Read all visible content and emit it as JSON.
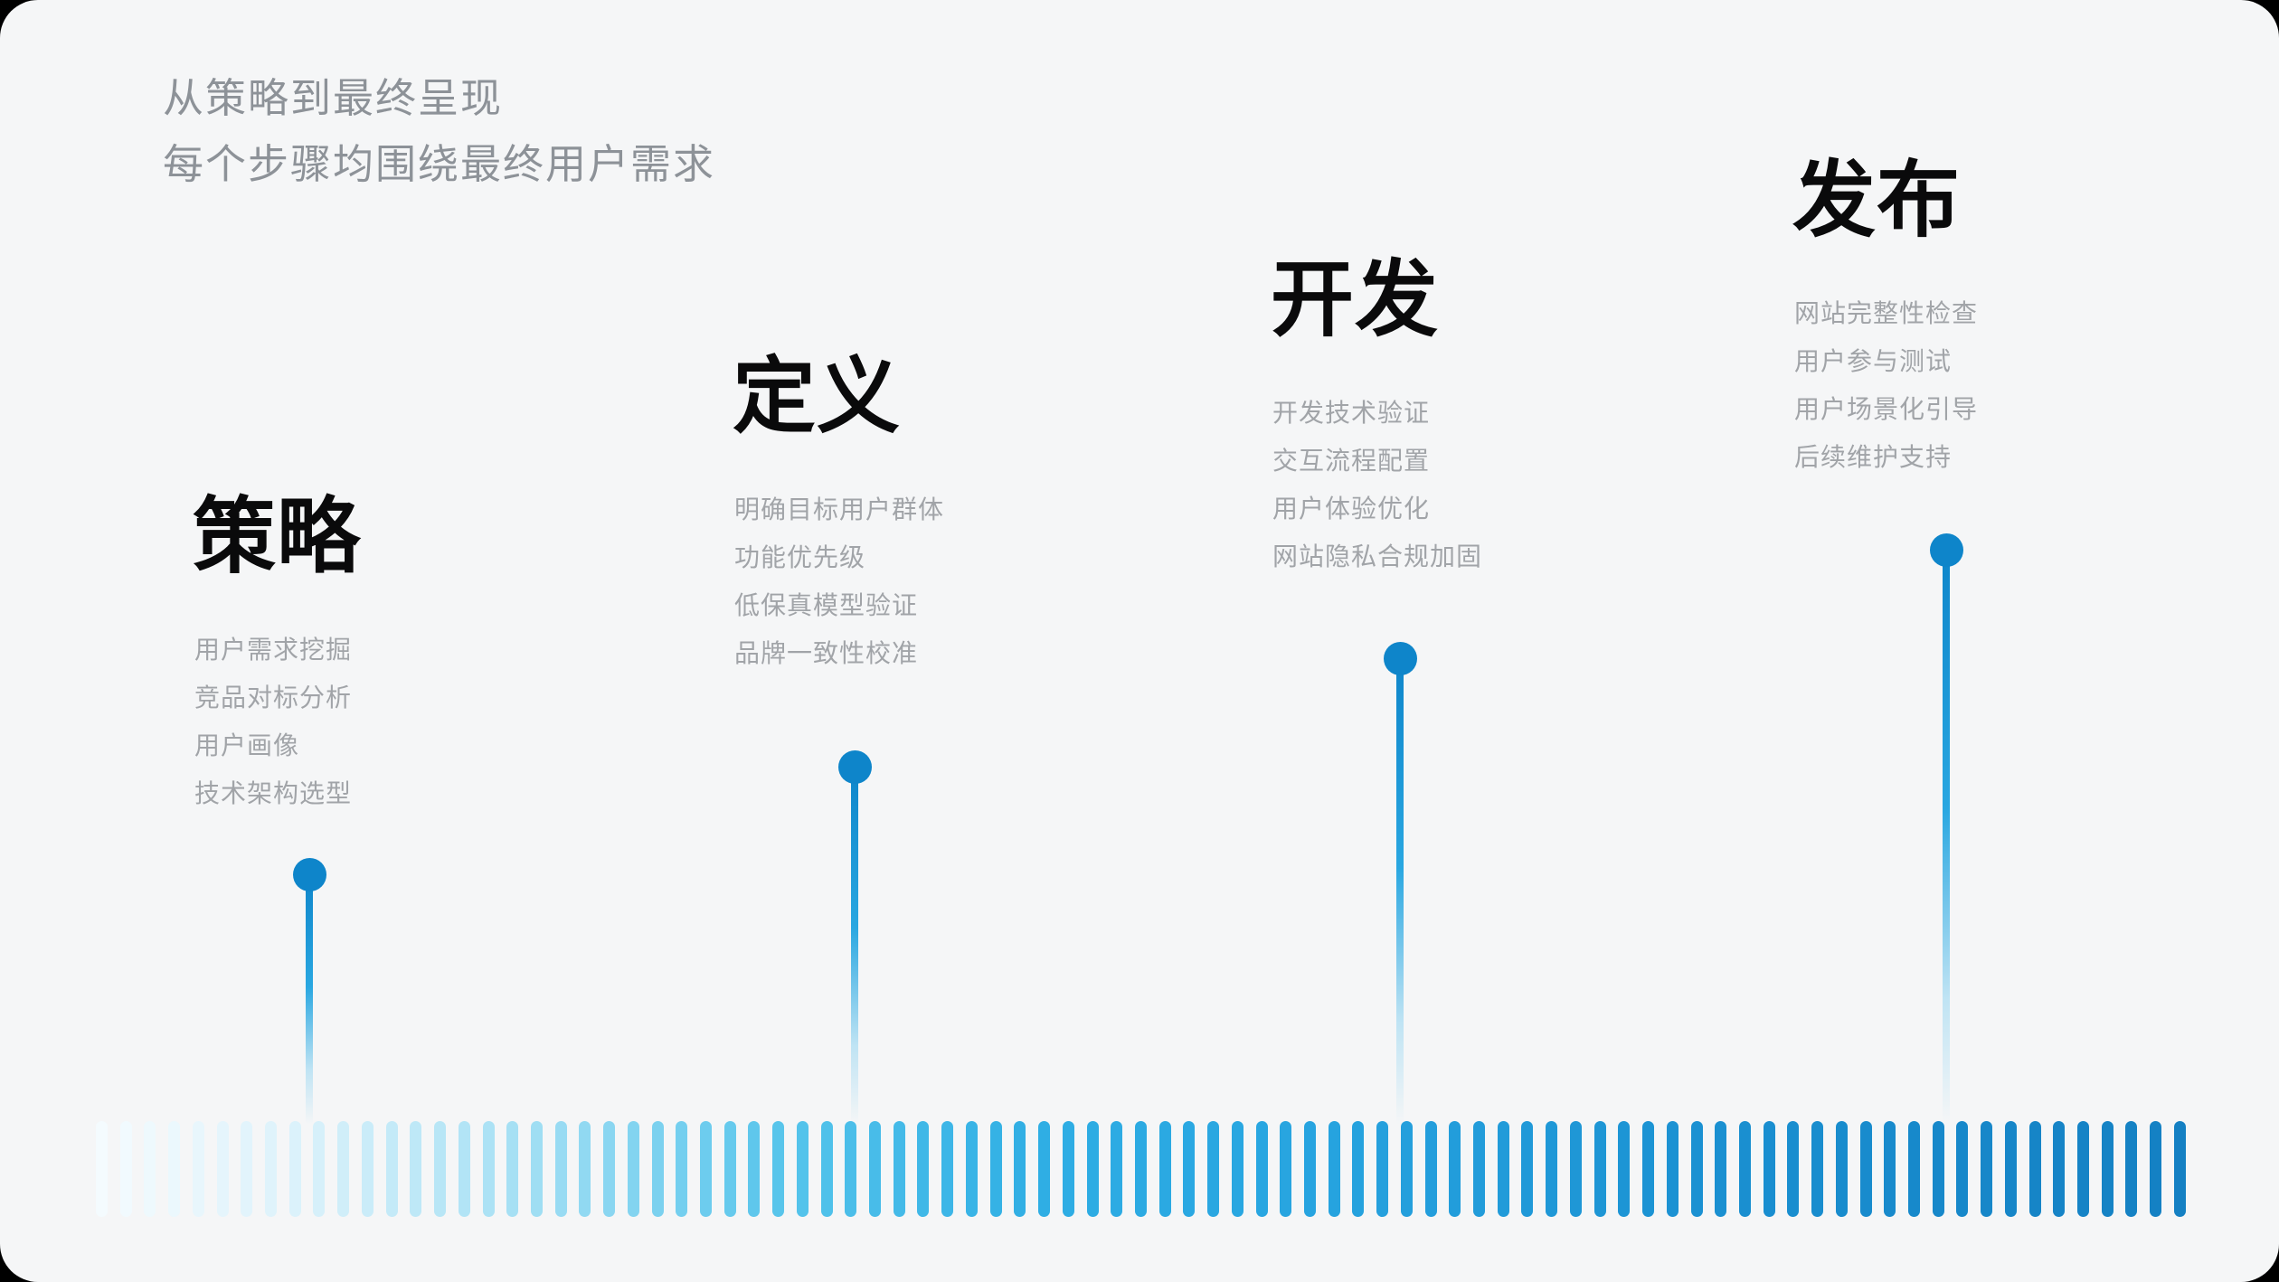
{
  "header": {
    "line1": "从策略到最终呈现",
    "line2": "每个步骤均围绕最终用户需求"
  },
  "stages": [
    {
      "title": "策略",
      "items": [
        "用户需求挖掘",
        "竞品对标分析",
        "用户画像",
        "技术架构选型"
      ]
    },
    {
      "title": "定义",
      "items": [
        "明确目标用户群体",
        "功能优先级",
        "低保真模型验证",
        "品牌一致性校准"
      ]
    },
    {
      "title": "开发",
      "items": [
        "开发技术验证",
        "交互流程配置",
        "用户体验优化",
        "网站隐私合规加固"
      ]
    },
    {
      "title": "发布",
      "items": [
        "网站完整性检查",
        "用户参与测试",
        "用户场景化引导",
        "后续维护支持"
      ]
    }
  ],
  "colors": {
    "background": "#F5F6F7",
    "outer_background": "#000000",
    "header_text": "#8D9298",
    "title_text": "#0A0A0B",
    "item_text": "#A1A4A8",
    "pin_blue": "#0E85CA",
    "stem_mid_blue": "#29A7E1"
  },
  "timeline": {
    "bar_count": 87,
    "gradient_stops": [
      {
        "t": 0.0,
        "color": "#F4FBFE"
      },
      {
        "t": 0.09,
        "color": "#DDF2FB"
      },
      {
        "t": 0.2,
        "color": "#A5E0F4"
      },
      {
        "t": 0.33,
        "color": "#55C4EB"
      },
      {
        "t": 0.45,
        "color": "#2FAEE4"
      },
      {
        "t": 0.58,
        "color": "#27A4E0"
      },
      {
        "t": 0.78,
        "color": "#1A90D1"
      },
      {
        "t": 1.0,
        "color": "#1480C3"
      }
    ]
  }
}
